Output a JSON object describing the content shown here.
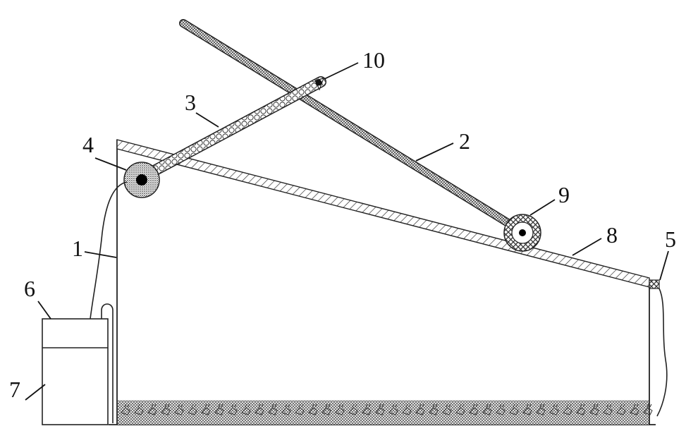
{
  "labels": {
    "l1": "1",
    "l2": "2",
    "l3": "3",
    "l4": "4",
    "l5": "5",
    "l6": "6",
    "l7": "7",
    "l8": "8",
    "l9": "9",
    "l10": "10"
  },
  "colors": {
    "ink": "#222222",
    "background": "#ffffff"
  }
}
